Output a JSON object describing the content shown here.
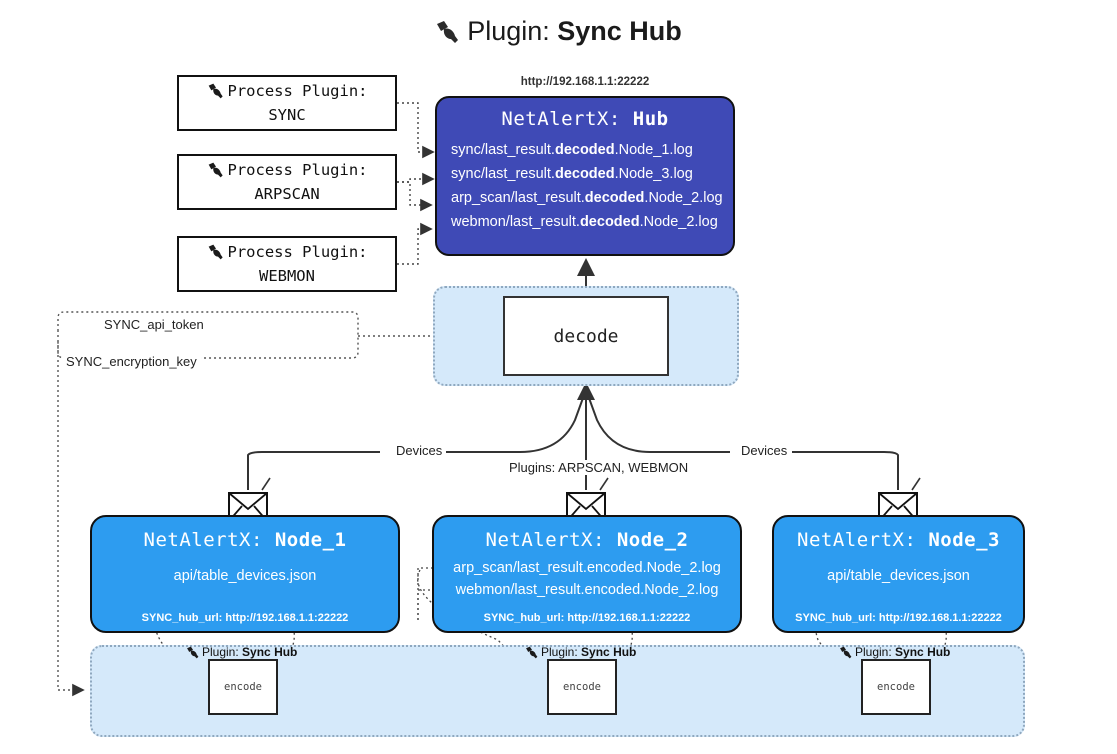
{
  "title": {
    "icon": "plug-icon",
    "prefix": "Plugin:",
    "name": "Sync Hub"
  },
  "process_plugins": [
    {
      "icon": "plug-icon",
      "line1": "Process Plugin:",
      "line2": "SYNC"
    },
    {
      "icon": "plug-icon",
      "line1": "Process Plugin:",
      "line2": "ARPSCAN"
    },
    {
      "icon": "plug-icon",
      "line1": "Process Plugin:",
      "line2": "WEBMON"
    }
  ],
  "hub": {
    "url": "http://192.168.1.1:22222",
    "title_prefix": "NetAlertX:",
    "title_name": "Hub",
    "logs": [
      {
        "pre": "sync/last_result.",
        "bold": "decoded",
        "post": ".Node_1.log"
      },
      {
        "pre": "sync/last_result.",
        "bold": "decoded",
        "post": ".Node_3.log"
      },
      {
        "pre": "arp_scan/last_result.",
        "bold": "decoded",
        "post": ".Node_2.log"
      },
      {
        "pre": "webmon/last_result.",
        "bold": "decoded",
        "post": ".Node_2.log"
      }
    ],
    "color": "#3f4ab6"
  },
  "decode": {
    "label": "decode",
    "container_color": "#d5e9fa"
  },
  "secrets": {
    "api_token": "SYNC_api_token",
    "encryption_key": "SYNC_encryption_key"
  },
  "edge_labels": {
    "devices_left": "Devices",
    "devices_right": "Devices",
    "plugins_center": "Plugins: ARPSCAN, WEBMON"
  },
  "nodes": [
    {
      "icon": "envelope-icon",
      "title_prefix": "NetAlertX:",
      "title_name": "Node_1",
      "lines": [
        "api/table_devices.json"
      ],
      "hub_url": "SYNC_hub_url: http://192.168.1.1:22222",
      "color": "#2d9cf0"
    },
    {
      "icon": "envelope-icon",
      "title_prefix": "NetAlertX:",
      "title_name": "Node_2",
      "lines": [
        "arp_scan/last_result.encoded.Node_2.log",
        "webmon/last_result.encoded.Node_2.log"
      ],
      "hub_url": "SYNC_hub_url: http://192.168.1.1:22222",
      "color": "#2d9cf0"
    },
    {
      "icon": "envelope-icon",
      "title_prefix": "NetAlertX:",
      "title_name": "Node_3",
      "lines": [
        "api/table_devices.json"
      ],
      "hub_url": "SYNC_hub_url: http://192.168.1.1:22222",
      "color": "#2d9cf0"
    }
  ],
  "encoders": [
    {
      "icon": "plug-icon",
      "label_prefix": "Plugin:",
      "label_name": "Sync Hub",
      "box": "encode"
    },
    {
      "icon": "plug-icon",
      "label_prefix": "Plugin:",
      "label_name": "Sync Hub",
      "box": "encode"
    },
    {
      "icon": "plug-icon",
      "label_prefix": "Plugin:",
      "label_name": "Sync Hub",
      "box": "encode"
    }
  ]
}
